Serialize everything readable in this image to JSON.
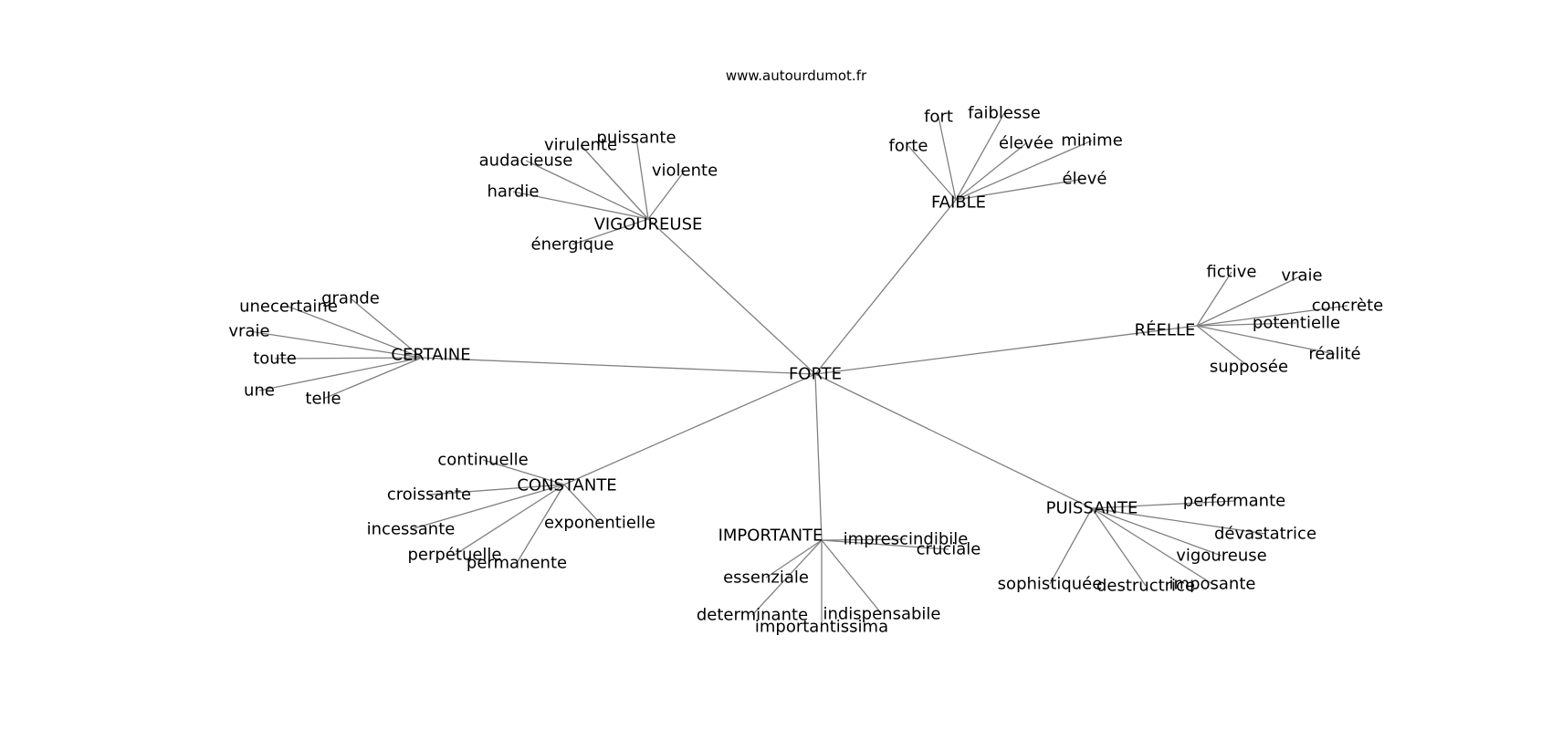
{
  "site_label": "www.autourdumot.fr",
  "colors": {
    "edge": "#808080",
    "text": "#000000",
    "background": "#ffffff"
  },
  "graph": {
    "center": "FORTE",
    "hubs": [
      {
        "word": "VIGOUREUSE",
        "leaves": [
          "virulente",
          "puissante",
          "audacieuse",
          "violente",
          "hardie",
          "énergique"
        ]
      },
      {
        "word": "FAIBLE",
        "leaves": [
          "fort",
          "faiblesse",
          "forte",
          "élevée",
          "minime",
          "élevé"
        ]
      },
      {
        "word": "RÉELLE",
        "leaves": [
          "fictive",
          "vraie",
          "concrète",
          "potentielle",
          "réalité",
          "supposée"
        ]
      },
      {
        "word": "CERTAINE",
        "leaves": [
          "grande",
          "unecertaine",
          "vraie",
          "toute",
          "une",
          "telle"
        ]
      },
      {
        "word": "CONSTANTE",
        "leaves": [
          "continuelle",
          "croissante",
          "incessante",
          "exponentielle",
          "perpétuelle",
          "permanente"
        ]
      },
      {
        "word": "IMPORTANTE",
        "leaves": [
          "imprescindibile",
          "cruciale",
          "essenziale",
          "determinante",
          "indispensabile",
          "importantissima"
        ]
      },
      {
        "word": "PUISSANTE",
        "leaves": [
          "performante",
          "dévastatrice",
          "vigoureuse",
          "sophistiquée",
          "destructrice",
          "imposante"
        ]
      }
    ]
  }
}
